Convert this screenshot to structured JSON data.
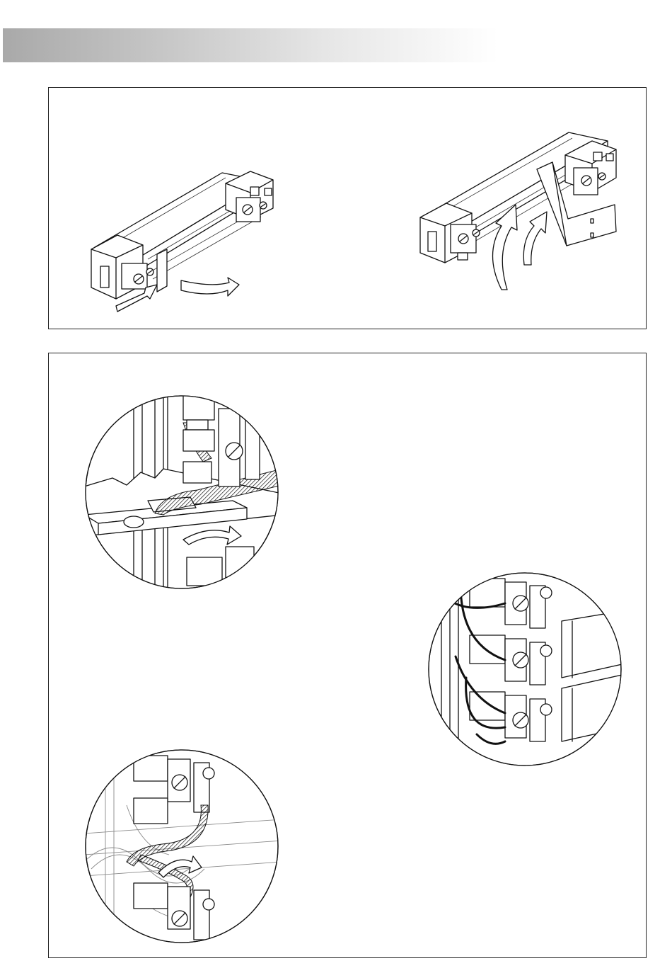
{
  "page": {
    "header_bar_color_start": "#a9a9a9",
    "header_bar_color_end": "#ffffff",
    "border_color": "#222222"
  },
  "figures": [
    {
      "name": "terminal-strip-insert-cover",
      "panel": "top"
    },
    {
      "name": "terminal-strip-lift-cover",
      "panel": "top"
    },
    {
      "name": "cable-routing-detail",
      "panel": "bottom"
    },
    {
      "name": "terminal-wiring-detail",
      "panel": "bottom"
    },
    {
      "name": "cable-crossover-detail",
      "panel": "bottom"
    }
  ]
}
